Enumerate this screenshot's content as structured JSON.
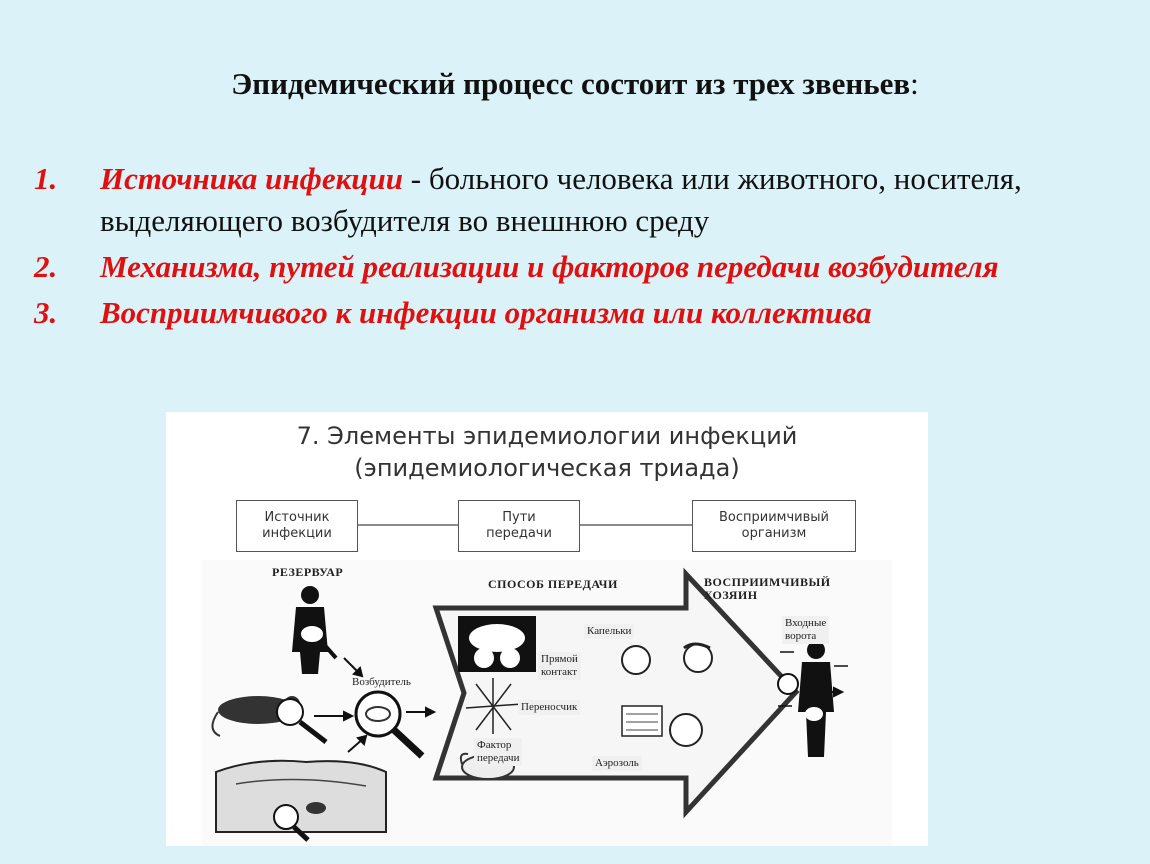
{
  "slide": {
    "title": "Эпидемический процесс состоит из трех звеньев",
    "title_colon": ":",
    "items": [
      {
        "num": "1.",
        "highlight": "Источника инфекции",
        "rest": " - больного человека или животного, носителя, выделяющего возбудителя во внешнюю среду"
      },
      {
        "num": "2.",
        "highlight": "Механизма, путей реализации и факторов передачи возбудителя",
        "rest": ""
      },
      {
        "num": "3.",
        "highlight": "Восприимчивого к инфекции организма или коллектива",
        "rest": ""
      }
    ]
  },
  "figure": {
    "title_line1": "7. Элементы эпидемиологии инфекций",
    "title_line2": "(эпидемиологическая триада)",
    "box_source": "Источник\nинфекции",
    "box_paths": "Пути\nпередачи",
    "box_host": "Восприимчивый\nорганизм",
    "label_reservoir": "РЕЗЕРВУАР",
    "label_mode": "СПОСОБ ПЕРЕДАЧИ",
    "label_susceptible_host": "ВОСПРИИМЧИВЫЙ\nХОЗЯИН",
    "label_pathogen": "Возбудитель",
    "label_droplets": "Капельки",
    "label_direct_contact": "Прямой\nконтакт",
    "label_vector": "Переносчик",
    "label_vehicle": "Фактор\nпередачи",
    "label_aerosol": "Аэрозоль",
    "label_portal": "Входные\nворота"
  },
  "colors": {
    "background": "#dbf3f8",
    "accent_red": "#e01010",
    "text": "#111111"
  }
}
